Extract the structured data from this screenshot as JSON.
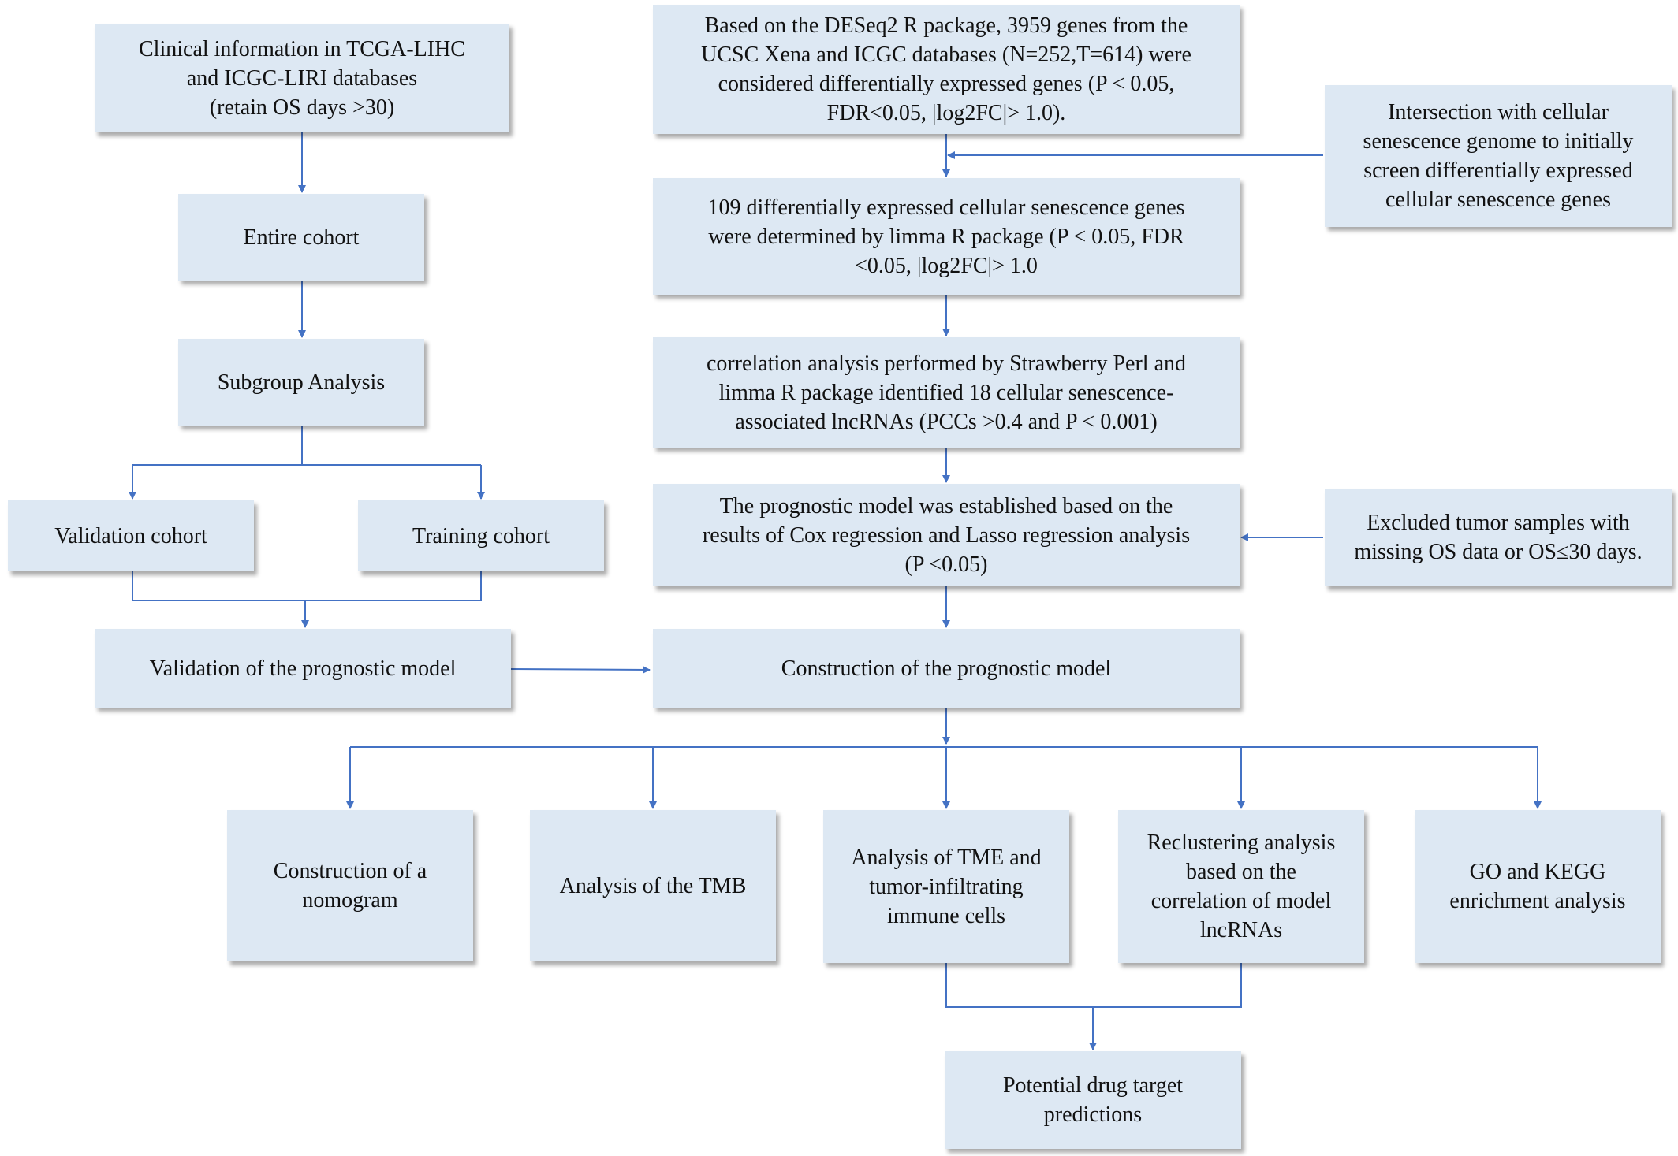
{
  "flowchart": {
    "nodes": {
      "clinical": "Clinical information in TCGA-LIHC\nand ICGC-LIRI databases\n(retain OS days >30)",
      "entire_cohort": "Entire cohort",
      "subgroup": "Subgroup Analysis",
      "validation_cohort": "Validation cohort",
      "training_cohort": "Training cohort",
      "validation_model": "Validation of the prognostic model",
      "deseq2": "Based on the DESeq2 R package, 3959 genes from the\nUCSC Xena and ICGC databases (N=252,T=614) were\nconsidered differentially expressed genes (P < 0.05,\nFDR<0.05, |log2FC|> 1.0).",
      "intersection": "Intersection with cellular\nsenescence genome to initially\nscreen differentially expressed\ncellular senescence genes",
      "limma": "109 differentially expressed cellular senescence genes\nwere determined by limma R package (P < 0.05, FDR\n<0.05, |log2FC|> 1.0",
      "correlation": "correlation analysis performed by Strawberry Perl and\nlimma R package identified 18 cellular senescence-\nassociated lncRNAs (PCCs >0.4 and P < 0.001)",
      "prognostic_established": "The prognostic model was established based on the\nresults of Cox regression and Lasso regression analysis\n(P <0.05)",
      "excluded": "Excluded tumor samples with\nmissing OS data or OS≤30 days.",
      "construction_model": "Construction of the prognostic model",
      "nomogram": "Construction of a\nnomogram",
      "tmb": "Analysis of the TMB",
      "tme": "Analysis of TME and\ntumor-infiltrating\nimmune cells",
      "reclustering": "Reclustering analysis\nbased on the\ncorrelation of model\nlncRNAs",
      "go_kegg": "GO and KEGG\nenrichment analysis",
      "drug_target": "Potential drug target\npredictions"
    },
    "colors": {
      "box_fill": "#dde8f3",
      "connector": "#4472c4",
      "text": "#111111"
    }
  }
}
